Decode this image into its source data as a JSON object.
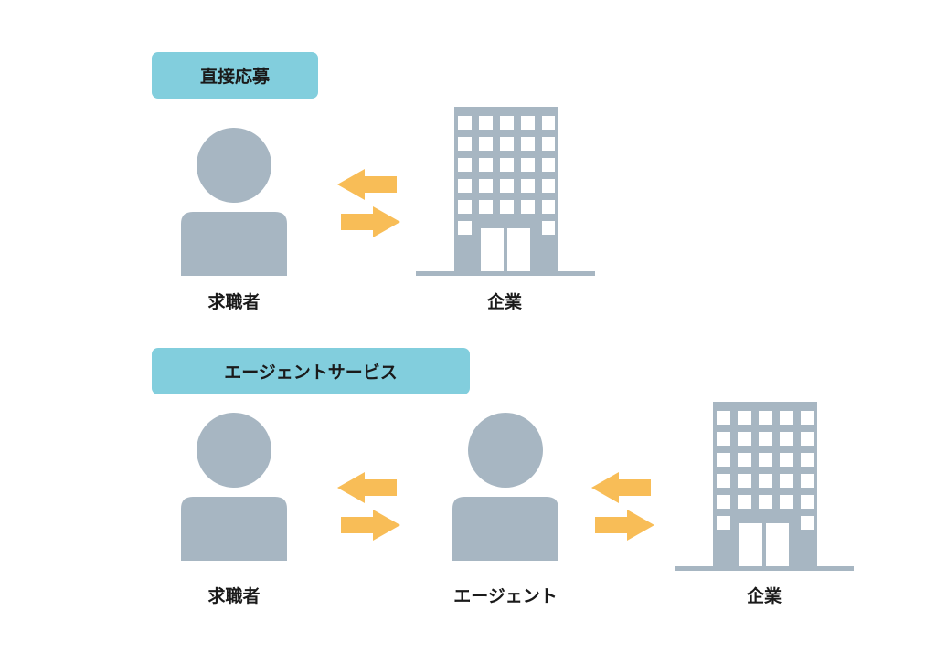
{
  "sections": {
    "direct": {
      "title": "直接応募",
      "job_seeker_label": "求職者",
      "company_label": "企業"
    },
    "agent": {
      "title": "エージェントサービス",
      "job_seeker_label": "求職者",
      "agent_label": "エージェント",
      "company_label": "企業"
    }
  },
  "colors": {
    "tag_background": "#82cedd",
    "figure_gray": "#a7b6c2",
    "arrow_orange": "#f8bd57"
  }
}
